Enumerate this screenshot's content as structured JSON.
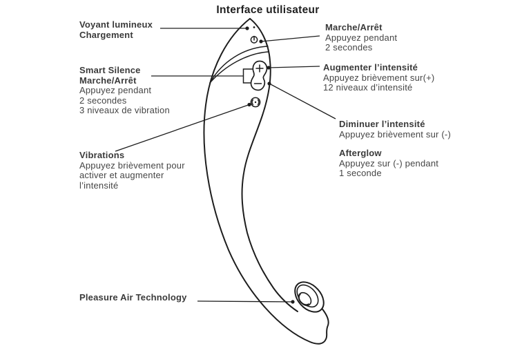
{
  "title": "Interface utilisateur",
  "colors": {
    "background": "#ffffff",
    "line": "#1d1d1d",
    "title_text": "#1f1f1f",
    "label_text": "#3a3a3a"
  },
  "annotations": {
    "voyant": {
      "title_lines": [
        "Voyant lumineux",
        "Chargement"
      ],
      "desc_lines": []
    },
    "smart": {
      "title_lines": [
        "Smart Silence",
        "Marche/Arrêt"
      ],
      "desc_lines": [
        "Appuyez pendant",
        "2 secondes",
        "3 niveaux de vibration"
      ]
    },
    "vibrations": {
      "title_lines": [
        "Vibrations"
      ],
      "desc_lines": [
        "Appuyez brièvement pour",
        "activer et augmenter",
        "l’intensité"
      ]
    },
    "pleasure": {
      "title_lines": [
        "Pleasure Air Technology"
      ],
      "desc_lines": []
    },
    "marche": {
      "title_lines": [
        "Marche/Arrêt"
      ],
      "desc_lines": [
        "Appuyez pendant",
        "2 secondes"
      ]
    },
    "augmenter": {
      "title_lines": [
        "Augmenter l’intensité"
      ],
      "desc_lines": [
        "Appuyez brièvement sur(+)",
        "12 niveaux d’intensité"
      ]
    },
    "diminuer": {
      "title_lines": [
        "Diminuer l’intensité"
      ],
      "desc_lines": [
        "Appuyez brièvement sur (-)"
      ]
    },
    "afterglow": {
      "title_lines": [
        "Afterglow"
      ],
      "desc_lines": [
        "Appuyez sur (-) pendant",
        "1 seconde"
      ]
    }
  },
  "device": {
    "name": "curved massager line drawing",
    "icons": [
      {
        "name": "led-indicator-icon"
      },
      {
        "name": "power-icon"
      },
      {
        "name": "plus-icon",
        "glyph": "+"
      },
      {
        "name": "minus-icon",
        "glyph": "-"
      },
      {
        "name": "vibration-icon"
      },
      {
        "name": "pleasure-air-opening"
      }
    ]
  }
}
